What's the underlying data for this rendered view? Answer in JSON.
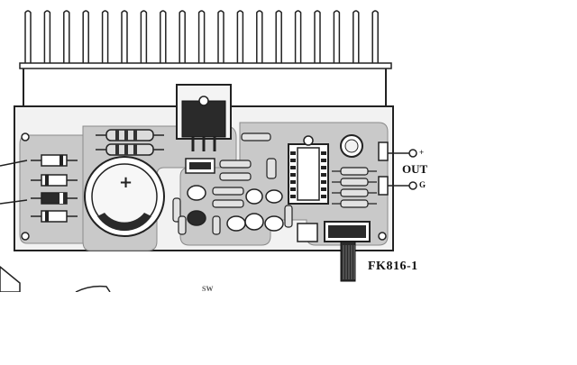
{
  "diagram": {
    "model_label": "FK816-1",
    "output_label": "OUT",
    "pin_plus": "+",
    "pin_minus": "G",
    "switch_label": "SW",
    "colors": {
      "board_fill": "#f2f2f2",
      "trace_fill": "#c9c9c9",
      "outline": "#222222",
      "heatsink_fill": "#ffffff",
      "component_dark": "#2a2a2a",
      "component_light": "#bdbdbd"
    },
    "parts": [
      "heatsink",
      "power-transistor",
      "bridge-rectifier-diodes",
      "filter-capacitor",
      "ic-chip",
      "potentiometer",
      "resistors",
      "small-capacitors",
      "output-terminals",
      "power-input-wires"
    ]
  }
}
